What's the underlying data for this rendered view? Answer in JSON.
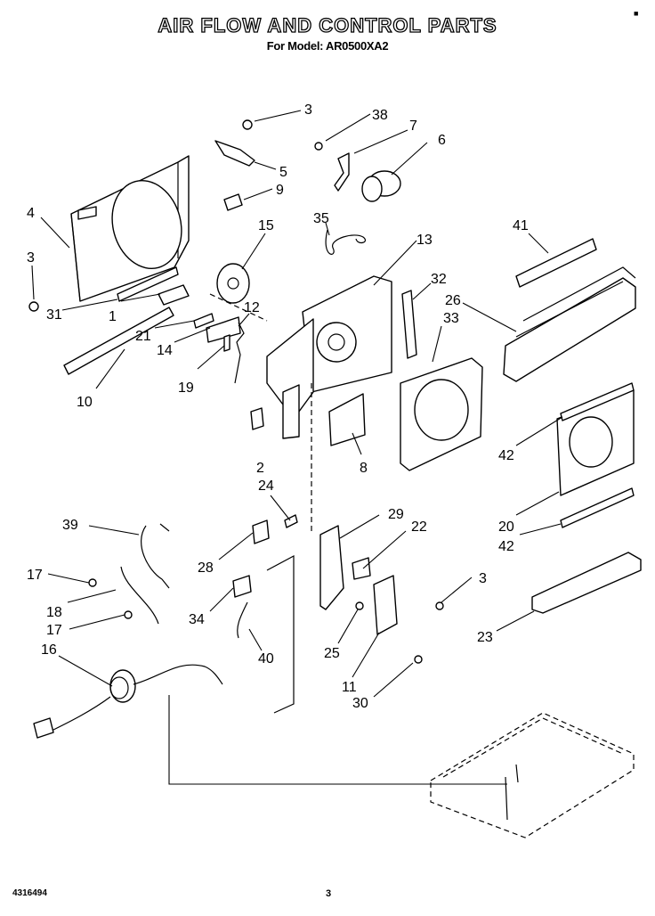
{
  "header": {
    "title": "AIR FLOW AND CONTROL PARTS",
    "subtitle": "For Model: AR0500XA2",
    "corner_mark": "■"
  },
  "footer": {
    "doc_number": "4316494",
    "page_number": "3"
  },
  "callouts": [
    {
      "id": "c3a",
      "text": "3"
    },
    {
      "id": "c38",
      "text": "38"
    },
    {
      "id": "c7",
      "text": "7"
    },
    {
      "id": "c6",
      "text": "6"
    },
    {
      "id": "c5",
      "text": "5"
    },
    {
      "id": "c9",
      "text": "9"
    },
    {
      "id": "c4",
      "text": "4"
    },
    {
      "id": "c3b",
      "text": "3"
    },
    {
      "id": "c15",
      "text": "15"
    },
    {
      "id": "c35",
      "text": "35"
    },
    {
      "id": "c13",
      "text": "13"
    },
    {
      "id": "c41",
      "text": "41"
    },
    {
      "id": "c31",
      "text": "31"
    },
    {
      "id": "c1",
      "text": "1"
    },
    {
      "id": "c12",
      "text": "12"
    },
    {
      "id": "c32",
      "text": "32"
    },
    {
      "id": "c26",
      "text": "26"
    },
    {
      "id": "c33",
      "text": "33"
    },
    {
      "id": "c21",
      "text": "21"
    },
    {
      "id": "c14",
      "text": "14"
    },
    {
      "id": "c19",
      "text": "19"
    },
    {
      "id": "c10",
      "text": "10"
    },
    {
      "id": "c2",
      "text": "2"
    },
    {
      "id": "c8",
      "text": "8"
    },
    {
      "id": "c42a",
      "text": "42"
    },
    {
      "id": "c24",
      "text": "24"
    },
    {
      "id": "c29",
      "text": "29"
    },
    {
      "id": "c22",
      "text": "22"
    },
    {
      "id": "c39",
      "text": "39"
    },
    {
      "id": "c20",
      "text": "20"
    },
    {
      "id": "c42b",
      "text": "42"
    },
    {
      "id": "c17a",
      "text": "17"
    },
    {
      "id": "c28",
      "text": "28"
    },
    {
      "id": "c3c",
      "text": "3"
    },
    {
      "id": "c18",
      "text": "18"
    },
    {
      "id": "c34",
      "text": "34"
    },
    {
      "id": "c17b",
      "text": "17"
    },
    {
      "id": "c23",
      "text": "23"
    },
    {
      "id": "c16",
      "text": "16"
    },
    {
      "id": "c40",
      "text": "40"
    },
    {
      "id": "c25",
      "text": "25"
    },
    {
      "id": "c11",
      "text": "11"
    },
    {
      "id": "c30",
      "text": "30"
    }
  ]
}
